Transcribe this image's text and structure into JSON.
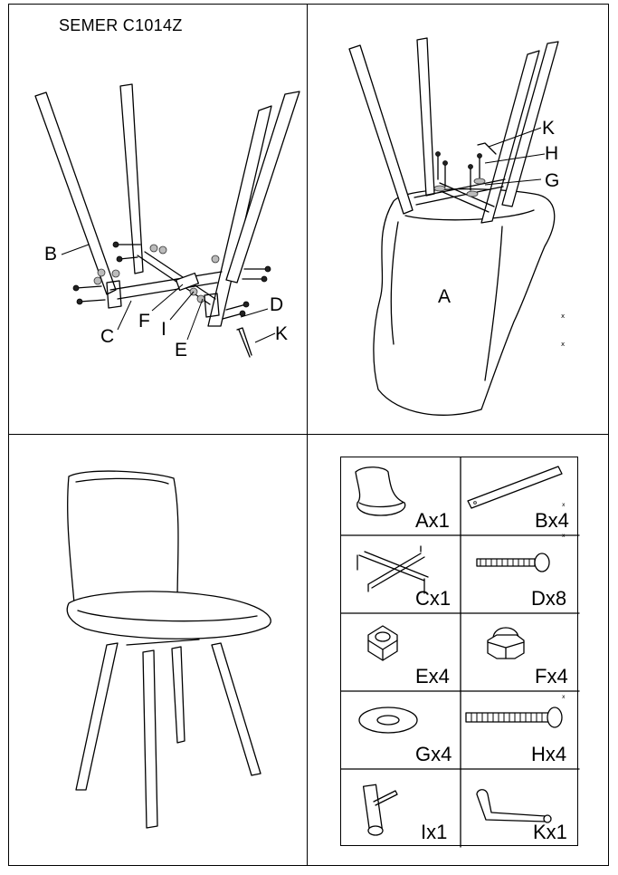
{
  "title": "SEMER C1014Z",
  "step1_labels": {
    "B": "B",
    "C": "C",
    "F": "F",
    "I": "I",
    "E": "E",
    "D": "D",
    "K": "K"
  },
  "step2_labels": {
    "K": "K",
    "H": "H",
    "G": "G",
    "A": "A"
  },
  "parts": [
    {
      "id": "A",
      "label": "Ax1",
      "icon": "seat-shell-icon"
    },
    {
      "id": "B",
      "label": "Bx4",
      "icon": "wooden-leg-icon"
    },
    {
      "id": "C",
      "label": "Cx1",
      "icon": "cross-frame-icon"
    },
    {
      "id": "D",
      "label": "Dx8",
      "icon": "bolt-icon"
    },
    {
      "id": "E",
      "label": "Ex4",
      "icon": "hex-nut-icon"
    },
    {
      "id": "F",
      "label": "Fx4",
      "icon": "cap-nut-icon"
    },
    {
      "id": "G",
      "label": "Gx4",
      "icon": "washer-icon"
    },
    {
      "id": "H",
      "label": "Hx4",
      "icon": "long-bolt-icon"
    },
    {
      "id": "I",
      "label": "Ix1",
      "icon": "socket-wrench-icon"
    },
    {
      "id": "K",
      "label": "Kx1",
      "icon": "allen-key-icon"
    }
  ]
}
